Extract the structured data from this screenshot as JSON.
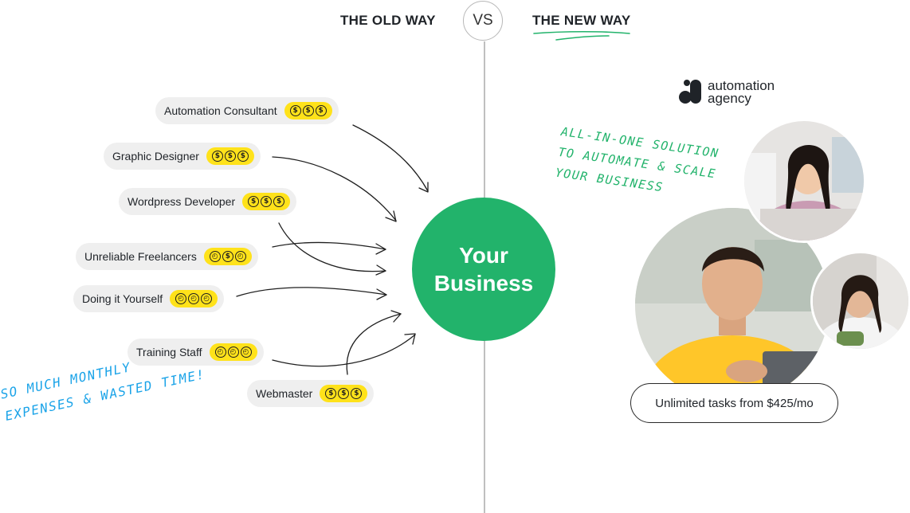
{
  "header": {
    "old_way": "THE OLD WAY",
    "vs": "VS",
    "new_way": "THE NEW WAY"
  },
  "old_way": {
    "items": [
      {
        "label": "Automation Consultant",
        "cost_icons": [
          "dollar-coin-icon",
          "dollar-coin-icon",
          "dollar-coin-icon"
        ]
      },
      {
        "label": "Graphic Designer",
        "cost_icons": [
          "dollar-coin-icon",
          "dollar-coin-icon",
          "dollar-coin-icon"
        ]
      },
      {
        "label": "Wordpress Developer",
        "cost_icons": [
          "dollar-coin-icon",
          "dollar-coin-icon",
          "dollar-coin-icon"
        ]
      },
      {
        "label": "Unreliable Freelancers",
        "cost_icons": [
          "clock-icon",
          "dollar-coin-icon",
          "clock-icon"
        ]
      },
      {
        "label": "Doing it Yourself",
        "cost_icons": [
          "clock-icon",
          "clock-icon",
          "clock-icon"
        ]
      },
      {
        "label": "Training Staff",
        "cost_icons": [
          "clock-icon",
          "clock-icon",
          "clock-icon"
        ]
      },
      {
        "label": "Webmaster",
        "cost_icons": [
          "dollar-coin-icon",
          "dollar-coin-icon",
          "dollar-coin-icon"
        ]
      }
    ],
    "note_lines": [
      "So much monthly",
      "expenses & wasted time!"
    ]
  },
  "center": {
    "line1": "Your",
    "line2": "Business"
  },
  "new_way": {
    "brand_line1": "automation",
    "brand_line2": "agency",
    "note_lines": [
      "All-in-one solution",
      "to automate & scale",
      "your business"
    ],
    "price": "Unlimited tasks from $425/mo"
  },
  "colors": {
    "accent_green": "#22b36b",
    "coin_yellow": "#ffe21a",
    "note_blue": "#1aa3e8",
    "pill_gray": "#efefef"
  }
}
